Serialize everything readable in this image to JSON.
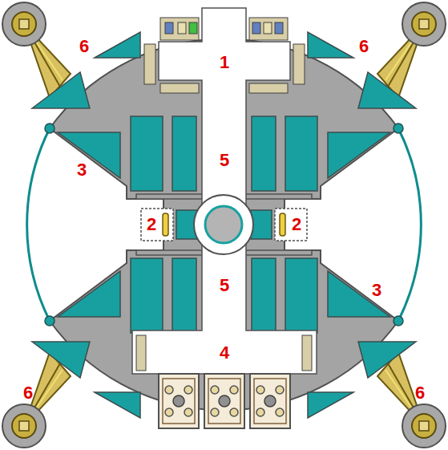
{
  "diagram": {
    "labels": [
      "6",
      "1",
      "6",
      "3",
      "5",
      "2",
      "2",
      "5",
      "3",
      "6",
      "4",
      "6"
    ]
  }
}
